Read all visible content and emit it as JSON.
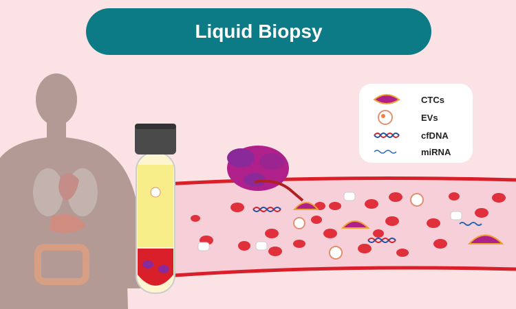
{
  "title": "Liquid Biopsy",
  "legend": {
    "items": [
      {
        "label": "CTCs",
        "icon": "ctc-cell-icon"
      },
      {
        "label": "EVs",
        "icon": "extracellular-vesicle-icon"
      },
      {
        "label": "cfDNA",
        "icon": "dna-helix-icon"
      },
      {
        "label": "miRNA",
        "icon": "mirna-strand-icon"
      }
    ]
  },
  "colors": {
    "background": "#fbe3e5",
    "title_bg": "#0d7b86",
    "vessel": "#d9202a",
    "ctc": "#b0208a",
    "rbc": "#e0303c"
  }
}
